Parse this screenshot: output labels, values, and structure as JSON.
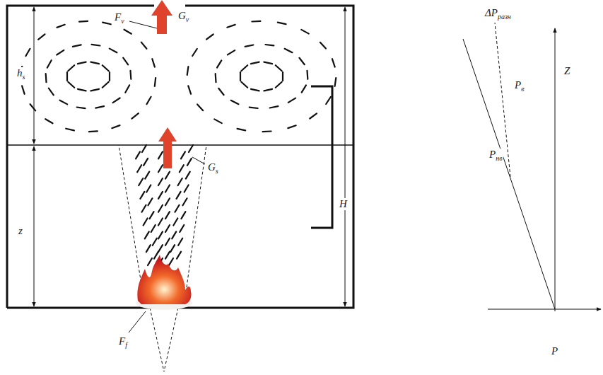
{
  "diagram": {
    "labels": [
      "Fv",
      "Gv",
      "hs",
      "Gs",
      "H",
      "z",
      "Ff",
      "ΔPразн",
      "Pв",
      "Pнв",
      "Z",
      "P"
    ]
  }
}
